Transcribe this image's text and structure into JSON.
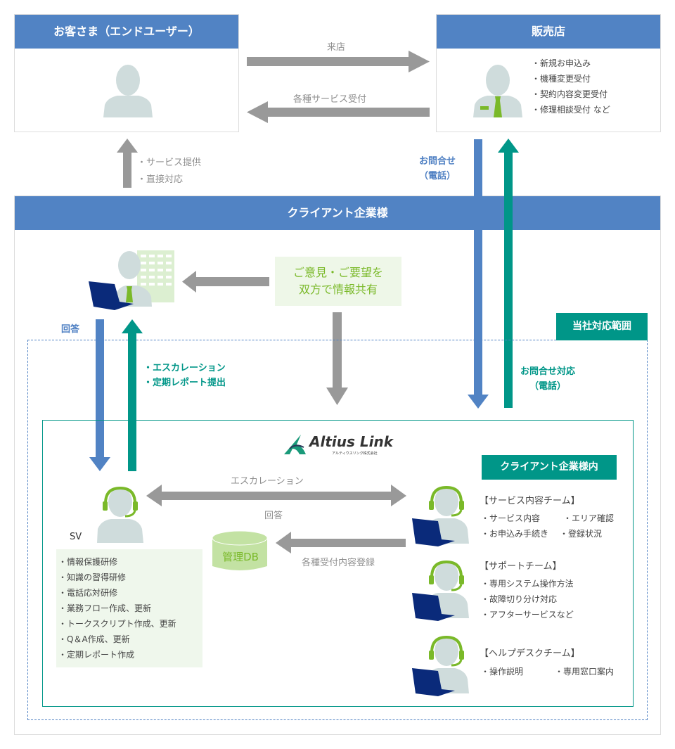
{
  "customer": {
    "title": "お客さま（エンドユーザー）"
  },
  "store": {
    "title": "販売店",
    "items": [
      "新規お申込み",
      "機種変更受付",
      "契約内容変更受付",
      "修理相談受付 など"
    ]
  },
  "arrows": {
    "visit": "来店",
    "services_accept": "各種サービス受付",
    "provide_1": "・サービス提供",
    "provide_2": "・直接対応",
    "inquiry_1": "お問合せ",
    "inquiry_2": "（電話）",
    "answer": "回答",
    "escalation_report_1": "・エスカレーション",
    "escalation_report_2": "・定期レポート提出",
    "inquiry_handling_1": "お問合せ対応",
    "inquiry_handling_2": "（電話）",
    "escalation": "エスカレーション",
    "reply": "回答",
    "registration": "各種受付内容登録"
  },
  "client": {
    "title": "クライアント企業様",
    "share_1": "ご意見・ご要望を",
    "share_2": "双方で情報共有"
  },
  "scope": {
    "badge": "当社対応範囲"
  },
  "company": {
    "logo_text": "Altius Link",
    "logo_sub": "アルティウスリンク株式会社",
    "onsite_badge": "クライアント企業様内"
  },
  "sv": {
    "label": "SV",
    "tasks": [
      "情報保護研修",
      "知識の習得研修",
      "電話応対研修",
      "業務フロー作成、更新",
      "トークスクリプト作成、更新",
      "Q＆A作成、更新",
      "定期レポート作成"
    ]
  },
  "db": {
    "label": "管理DB"
  },
  "teams": [
    {
      "title": "【サービス内容チーム】",
      "items": [
        "サービス内容",
        "エリア確認",
        "お申込み手続き",
        "登録状況"
      ]
    },
    {
      "title": "【サポートチーム】",
      "items": [
        "専用システム操作方法",
        "故障切り分け対応",
        "アフターサービスなど"
      ]
    },
    {
      "title": "【ヘルプデスクチーム】",
      "items": [
        "操作説明",
        "専用窓口案内"
      ]
    }
  ],
  "colors": {
    "blue": "#5183c4",
    "teal": "#009688",
    "gray_arrow": "#999999",
    "person": "#cfdcdc",
    "green": "#7ab929",
    "navy": "#0a2a7a"
  }
}
